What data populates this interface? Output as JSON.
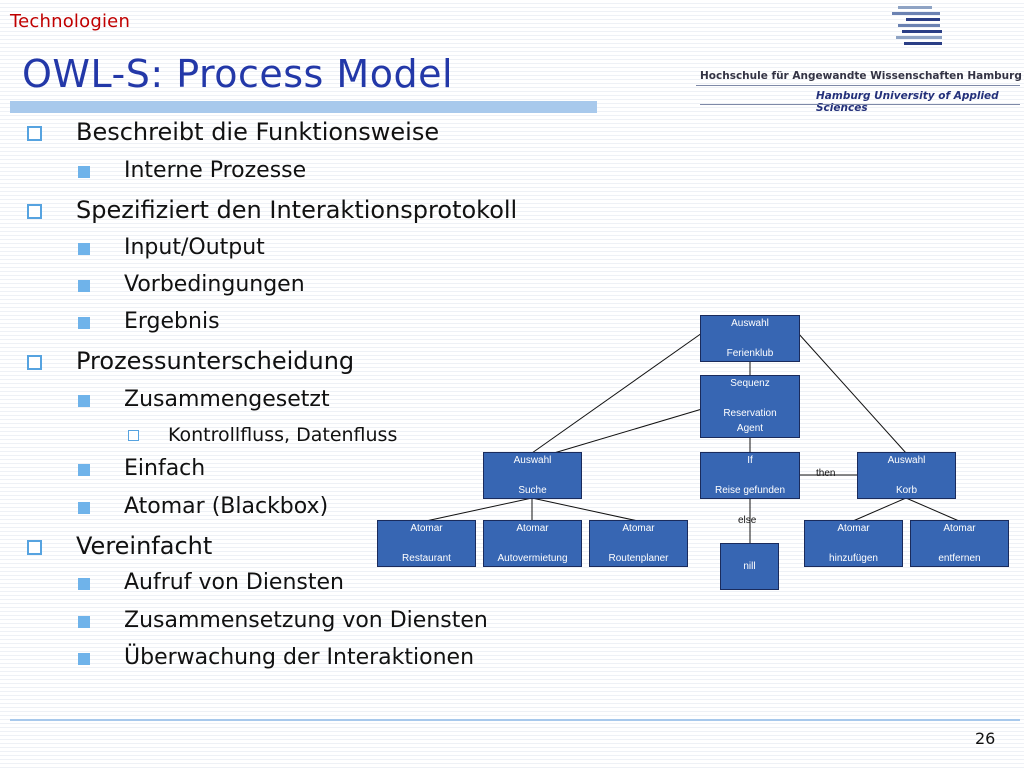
{
  "header": {
    "section": "Technologien",
    "title": "OWL-S: Process Model",
    "school_de": "Hochschule für Angewandte Wissenschaften Hamburg",
    "school_en": "Hamburg University of Applied Sciences"
  },
  "bullets": [
    {
      "level": 1,
      "text": "Beschreibt die Funktionsweise"
    },
    {
      "level": 2,
      "text": "Interne Prozesse"
    },
    {
      "level": 1,
      "text": "Spezifiziert den Interaktionsprotokoll"
    },
    {
      "level": 2,
      "text": "Input/Output"
    },
    {
      "level": 2,
      "text": "Vorbedingungen"
    },
    {
      "level": 2,
      "text": "Ergebnis"
    },
    {
      "level": 1,
      "text": "Prozessunterscheidung"
    },
    {
      "level": 2,
      "text": "Zusammengesetzt"
    },
    {
      "level": 3,
      "text": "Kontrollfluss, Datenfluss"
    },
    {
      "level": 2,
      "text": "Einfach"
    },
    {
      "level": 2,
      "text": "Atomar (Blackbox)"
    },
    {
      "level": 1,
      "text": "Vereinfacht"
    },
    {
      "level": 2,
      "text": "Aufruf von Diensten"
    },
    {
      "level": 2,
      "text": "Zusammensetzung von Diensten"
    },
    {
      "level": 2,
      "text": "Überwachung der Interaktionen"
    }
  ],
  "diagram": {
    "nodes": {
      "root": {
        "top": "Auswahl",
        "bottom": "Ferienklub"
      },
      "sequenz": {
        "top": "Sequenz",
        "bottom": "Reservation Agent"
      },
      "suche": {
        "top": "Auswahl",
        "bottom": "Suche"
      },
      "if": {
        "top": "If",
        "bottom": "Reise gefunden"
      },
      "korb": {
        "top": "Auswahl",
        "bottom": "Korb"
      },
      "restaurant": {
        "top": "Atomar",
        "bottom": "Restaurant"
      },
      "auto": {
        "top": "Atomar",
        "bottom": "Autovermietung"
      },
      "route": {
        "top": "Atomar",
        "bottom": "Routenplaner"
      },
      "nill": {
        "top": "",
        "bottom": "nill"
      },
      "hinzu": {
        "top": "Atomar",
        "bottom": "hinzufügen"
      },
      "entf": {
        "top": "Atomar",
        "bottom": "entfernen"
      }
    },
    "edge_labels": {
      "then": "then",
      "else": "else"
    }
  },
  "footer": {
    "page": "26"
  },
  "colors": {
    "accent": "#2338a8",
    "section": "#c00000",
    "bar": "#a8c9ec",
    "node": "#3766b3"
  },
  "icons": {
    "logo": "haw-logo-stripes-icon",
    "bullet1": "hollow-square-bullet-icon",
    "bullet2": "filled-square-bullet-icon",
    "bullet3": "small-hollow-square-bullet-icon"
  }
}
